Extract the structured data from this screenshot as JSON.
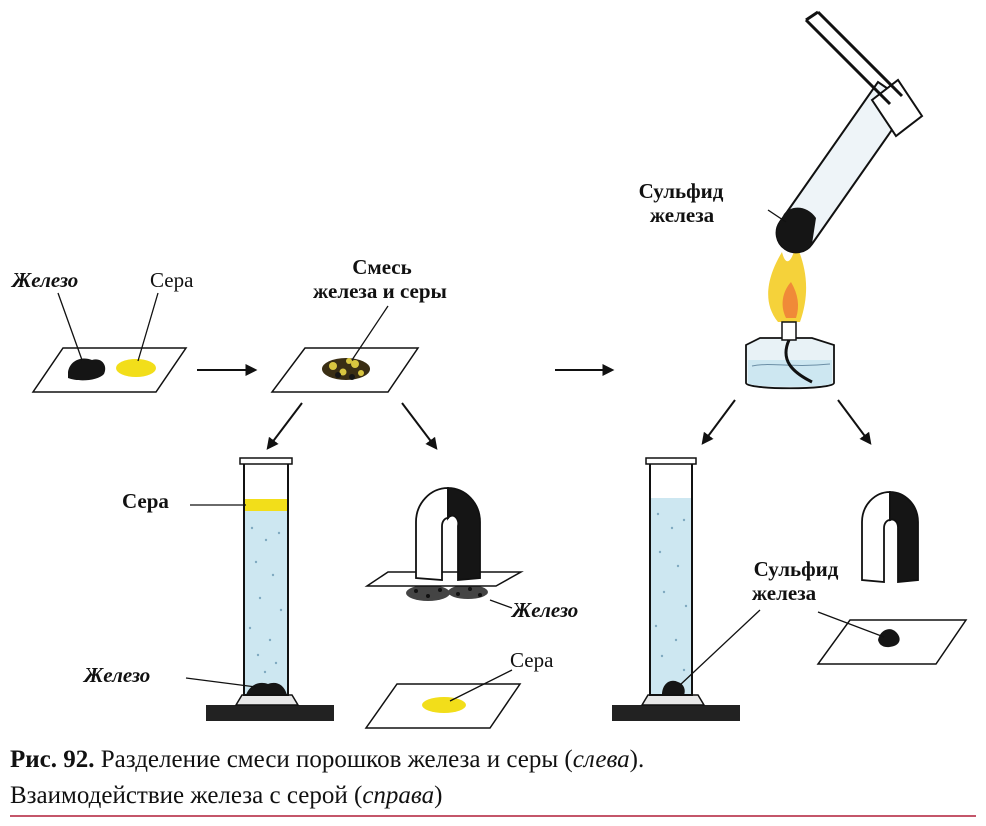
{
  "labels": {
    "iron": "Железо",
    "sulfur": "Сера",
    "mixture_line1": "Смесь",
    "mixture_line2": "железа и серы",
    "sulfide_top_line1": "Сульфид",
    "sulfide_top_line2": "железа",
    "cylinder_sulfur": "Сера",
    "cylinder_iron": "Железо",
    "magnet_iron": "Железо",
    "paper_sulfur": "Сера",
    "sulfide_right_line1": "Сульфид",
    "sulfide_right_line2": "железа"
  },
  "caption": {
    "fig_label": "Рис. 92.",
    "line1_text": " Разделение смеси порошков железа и серы (",
    "line1_italic": "слева",
    "line1_end": ").",
    "line2_text": "Взаимодействие железа с серой (",
    "line2_italic": "справа",
    "line2_end": ")"
  },
  "colors": {
    "sulfur": "#f2de1a",
    "iron": "#151515",
    "water": "#cde7f1",
    "flame_outer": "#f5d23a",
    "flame_inner": "#f08a38",
    "caption_rule": "#c4566a"
  }
}
